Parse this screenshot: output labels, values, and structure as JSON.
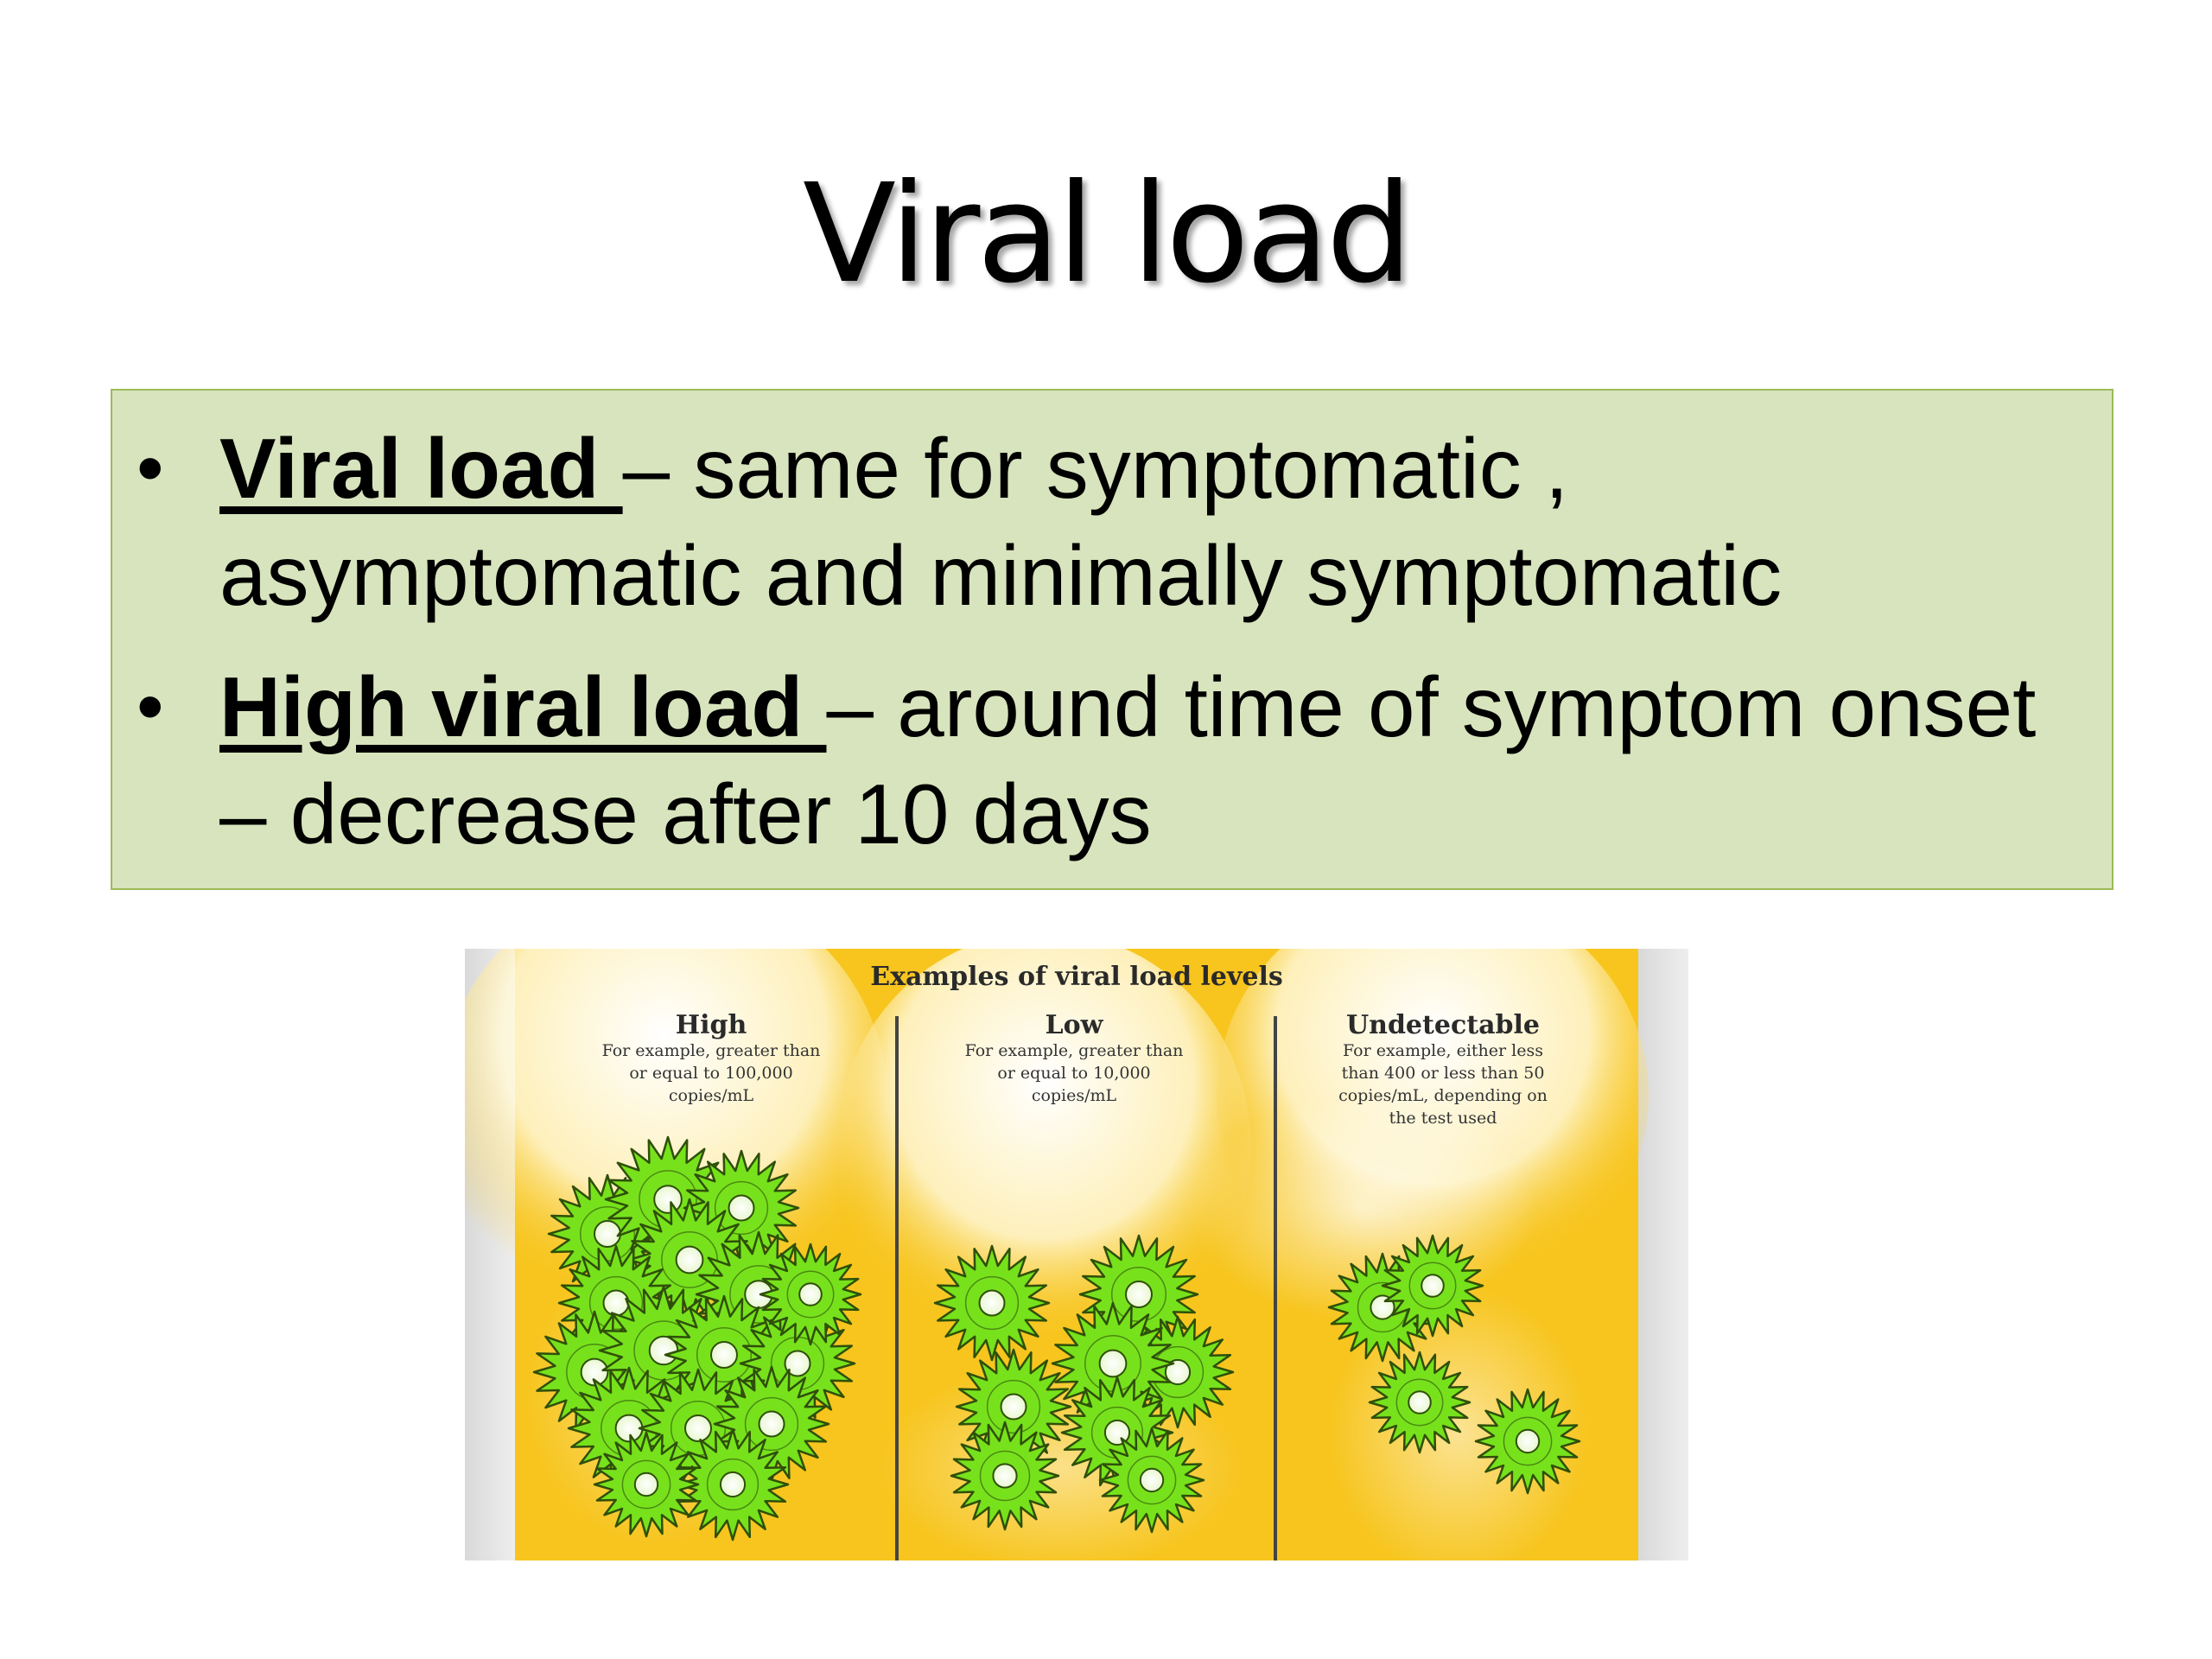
{
  "slide": {
    "title": "Viral load",
    "bullets": [
      {
        "term": "Viral load ",
        "text": "– same for symptomatic , asymptomatic and minimally symptomatic"
      },
      {
        "term": "High viral load ",
        "text": "– around time of symptom onset – decrease after 10 days"
      }
    ]
  },
  "figure": {
    "title": "Examples of viral load levels",
    "panels": [
      {
        "heading": "High",
        "caption_lines": [
          "For example, greater than",
          "or equal to 100,000",
          "copies/mL"
        ]
      },
      {
        "heading": "Low",
        "caption_lines": [
          "For example, greater than",
          "or equal to 10,000",
          "copies/mL"
        ]
      },
      {
        "heading": "Undetectable",
        "caption_lines": [
          "For example, either less",
          "than 400 or less than 50",
          "copies/mL, depending on",
          "the test used"
        ]
      }
    ],
    "colors": {
      "background_yellow": "#f7c51e",
      "virus_fill": "#77e21c",
      "virus_stroke": "#2f4f0a"
    }
  }
}
